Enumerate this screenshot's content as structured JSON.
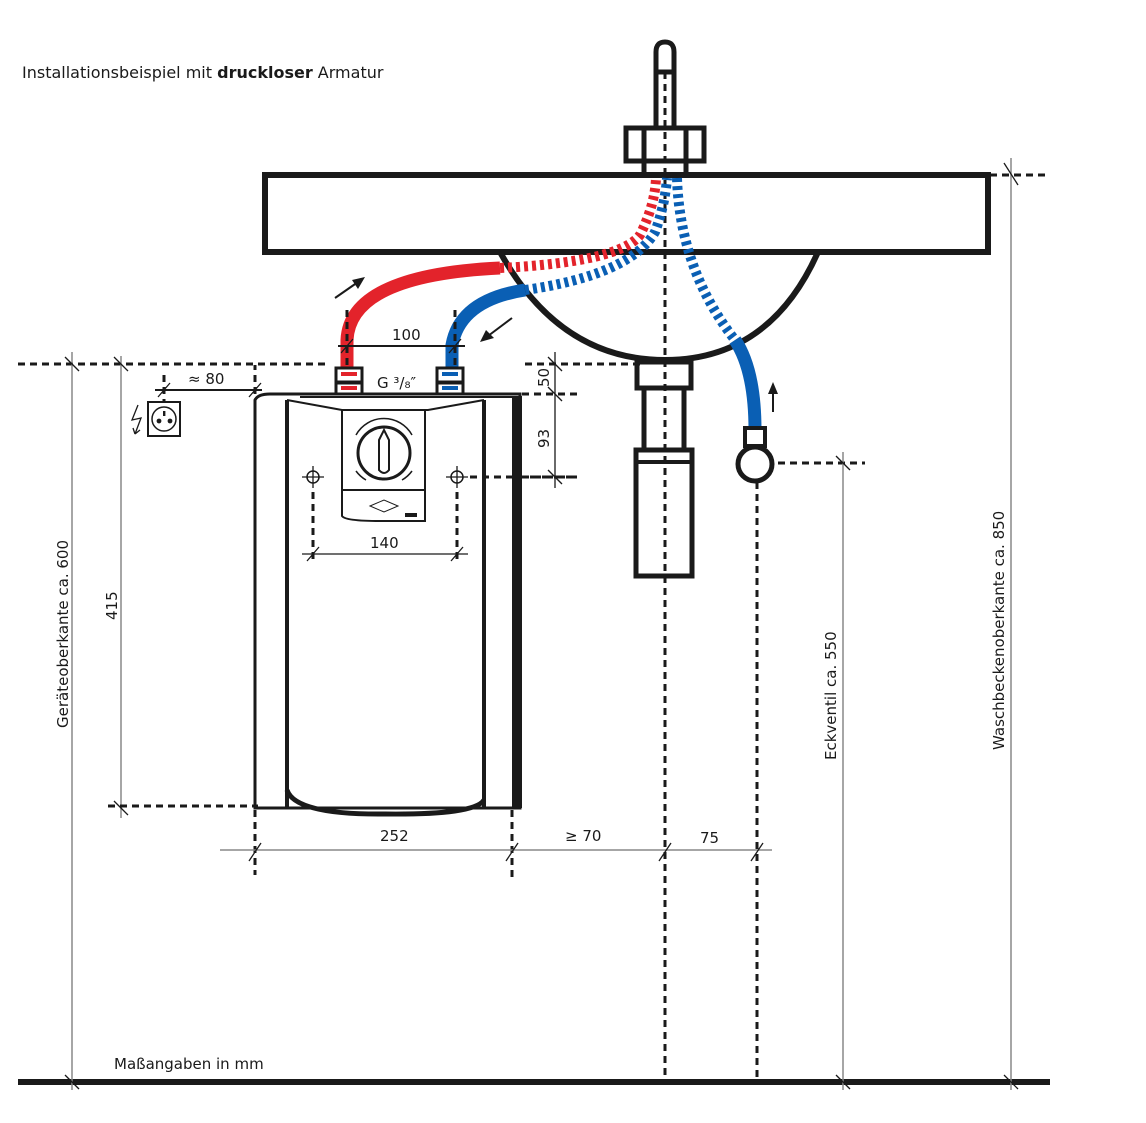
{
  "title": {
    "prefix": "Installationsbeispiel mit ",
    "bold": "druckloser",
    "suffix": " Armatur"
  },
  "units_note": "Maßangaben in mm",
  "dimensions": {
    "pipe_spacing": "100",
    "thread": "G ³/₈″",
    "socket_offset": "≈ 80",
    "height_50": "50",
    "height_93": "93",
    "mount_holes": "140",
    "device_height": "415",
    "device_width": "252",
    "side_clearance": "≥ 70",
    "valve_offset": "75"
  },
  "vertical_labels": {
    "device_top": "Geräteoberkante ca. 600",
    "corner_valve": "Eckventil ca. 550",
    "basin_top": "Waschbeckenoberkante ca. 850"
  },
  "colors": {
    "hot": "#e3232b",
    "cold": "#0a5fb4",
    "line": "#1a1a1a"
  }
}
